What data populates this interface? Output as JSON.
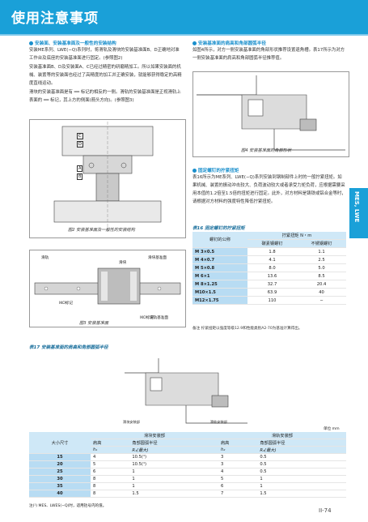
{
  "page_title": "使用注意事项",
  "side_tab": "MES, LWE",
  "page_number": "II-74",
  "left": {
    "heading": "安装面、安装基准面及一般性的安装结构",
    "para1": "安装ME系列、LWE(−Q)系列时，将滑轨及滑块的安装基准面B、D正确地对准工作台及底座的安装基准面进行固定。(参照图2)",
    "para2": "安装基准面B、D及安装面A、C已经过精密的研磨精加工。所以如果安装面的机械、装置等的安装面也经过了高精度的加工并正确安装，就能够获得稳定的高精度直线运动。",
    "para3": "滑块的安装基准面是有 ━━ 标记的相反的一侧。滑轨的安装基准面是正视滑轨上表面的 ━━ 标记，其上方的侧面(箭头方向)。(参照图3)",
    "fig2_caption": "图2 安装基准面及一般性的安装结构",
    "fig2_labels": [
      "C",
      "D",
      "A",
      "B"
    ],
    "fig3_caption": "图3 安装基准面",
    "fig3_labels": [
      "滑轨",
      "滑块基准面",
      "滑块",
      "滑轨基准面",
      "IKO标记",
      "IKO标记"
    ]
  },
  "right": {
    "heading1": "安装基准面的肩高和角部圆弧半径",
    "para1": "如图4所示，对方一侧安装基准面的角部形状推荐设置退角槽。表17所示为对方一侧安装基准面的肩高和角部圆弧半径推荐值。",
    "fig4_caption": "图4 安装基准面的角部形状",
    "heading2": "固定螺钉的拧紧扭矩",
    "para2": "表16所示为ME系列、LWE(−Q)系列安装到钢制部件上时的一般拧紧扭矩。如果机械、装置的振动冲击较大、负荷波动较大或者承受力矩负荷，应根据需要采用本值的1.2倍至1.5倍的扭矩进行固定。此外，对方材料是铸铁或铝合金等时，请根据对方材料的强度特性降低拧紧扭矩。",
    "table16_title": "表16  固定螺钉的拧紧扭矩",
    "table16": {
      "col_bolt": "螺钉的公称",
      "col_torque": "拧紧扭矩 N・m",
      "col_carbon": "碳素钢螺钉",
      "col_stainless": "不锈钢螺钉",
      "rows": [
        [
          "M 3×0.5",
          "1.8",
          "1.1"
        ],
        [
          "M 4×0.7",
          "4.1",
          "2.5"
        ],
        [
          "M 5×0.8",
          "8.0",
          "5.0"
        ],
        [
          "M 6×1",
          "13.6",
          "8.5"
        ],
        [
          "M 8×1.25",
          "32.7",
          "20.4"
        ],
        [
          "M10×1.5",
          "63.9",
          "40"
        ],
        [
          "M12×1.75",
          "110",
          "−"
        ]
      ],
      "note": "备注  拧紧扭矩以强度等级12.9和性能类别A2-70为基准计算得出。"
    }
  },
  "bottom": {
    "table17_title": "表17  安装基准面的肩高和角部圆弧半径",
    "fig_labels": [
      "滑块安装部",
      "滑轨安装部"
    ],
    "unit": "单位 mm",
    "header_size": "大小尺寸",
    "header_block": "滑块安装部",
    "header_rail": "滑轨安装部",
    "h_shoulder": "肩高",
    "h_radius": "角部圆弧半径",
    "sym_h1": "h₁",
    "sym_r1": "R₁(最大)",
    "sym_h2": "h₂",
    "sym_r2": "R₂(最大)",
    "rows": [
      [
        "15",
        "4",
        "10.5(¹)",
        "3",
        "0.5"
      ],
      [
        "20",
        "5",
        "10.5(¹)",
        "3",
        "0.5"
      ],
      [
        "25",
        "6",
        "1",
        "4",
        "0.5"
      ],
      [
        "30",
        "8",
        "1",
        "5",
        "1"
      ],
      [
        "35",
        "8",
        "1",
        "6",
        "1"
      ],
      [
        "40",
        "8",
        "1.5",
        "7",
        "1.5"
      ]
    ],
    "note": "注(¹)  MES、LWES(−Q)时，适用括号内的值。"
  }
}
